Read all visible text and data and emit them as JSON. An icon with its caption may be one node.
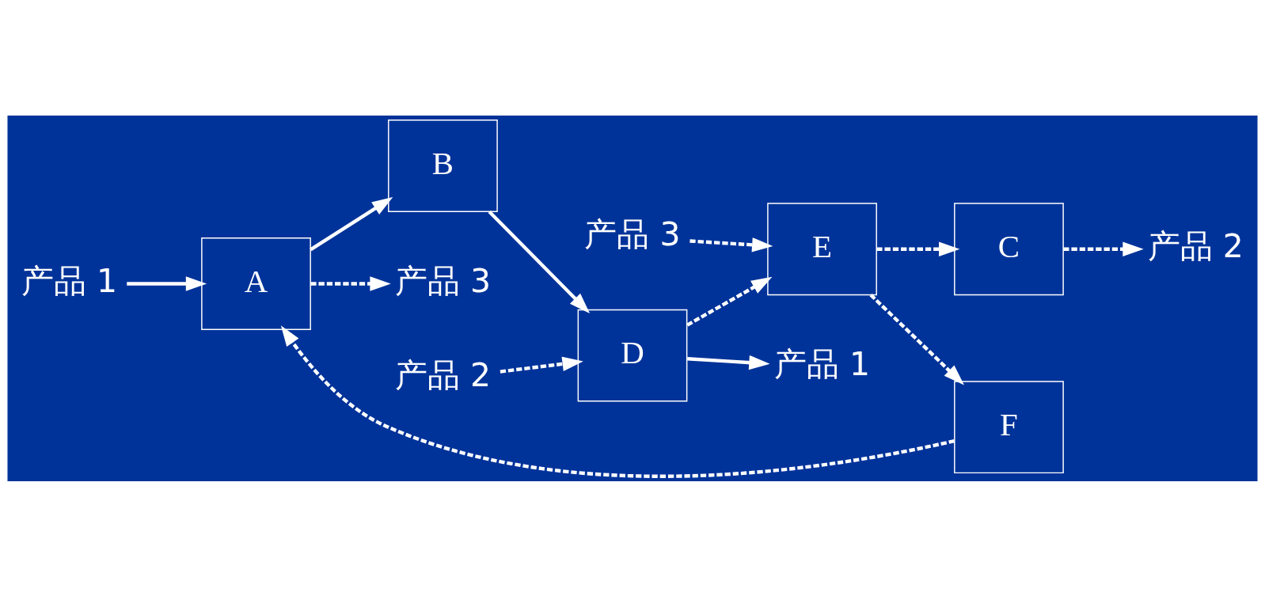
{
  "diagram": {
    "nodes": [
      {
        "text": [
          "产品 1"
        ]
      },
      {
        "text": [
          "A"
        ]
      },
      {
        "text": [
          "B"
        ]
      },
      {
        "text": [
          "C"
        ]
      },
      {
        "text": [
          "产品 2"
        ]
      },
      {
        "text": [
          "D"
        ]
      },
      {
        "text": [
          "E"
        ]
      },
      {
        "text": [
          "F"
        ]
      },
      {
        "text": [
          "产品 3"
        ]
      },
      {
        "text": [
          "产品 3"
        ]
      },
      {
        "text": [
          "产品 2"
        ]
      },
      {
        "text": [
          "产品 1"
        ]
      }
    ],
    "edges": [
      {
        "from": 0,
        "to": 1,
        "arrow": "to"
      },
      {
        "from": 1,
        "to": 2,
        "arrow": "to"
      },
      {
        "from": 2,
        "to": 5,
        "arrow": "to"
      },
      {
        "from": 5,
        "to": 11,
        "arrow": "to"
      },
      {
        "from": 4,
        "to": 5,
        "arrow": "to",
        "style": "dashed"
      },
      {
        "from": 5,
        "to": 6,
        "arrow": "to",
        "style": "dashed"
      },
      {
        "from": 6,
        "to": 3,
        "arrow": "to",
        "style": "dashed"
      },
      {
        "from": 3,
        "to": 10,
        "arrow": "to",
        "style": "dashed"
      },
      {
        "from": 8,
        "to": 6,
        "arrow": "to",
        "style": "dashed"
      },
      {
        "from": 6,
        "to": 7,
        "arrow": "to",
        "style": "dashed"
      },
      {
        "from": 7,
        "to": 1,
        "arrow": "to",
        "style": "dashed"
      },
      {
        "from": 1,
        "to": 9,
        "arrow": "to",
        "style": "dashed"
      }
    ]
  }
}
